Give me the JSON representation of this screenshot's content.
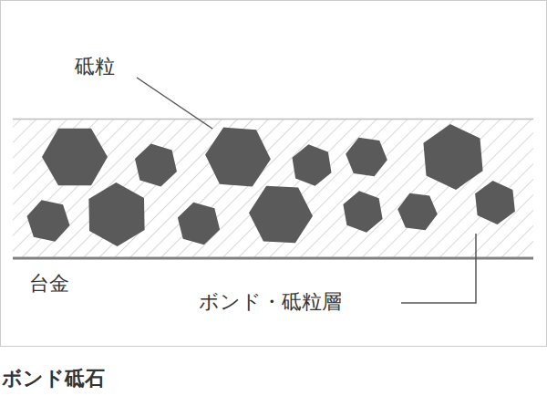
{
  "diagram": {
    "caption": "ボンド砥石",
    "labels": [
      "砥粒",
      "台金",
      "ボンド・砥粒層"
    ]
  }
}
